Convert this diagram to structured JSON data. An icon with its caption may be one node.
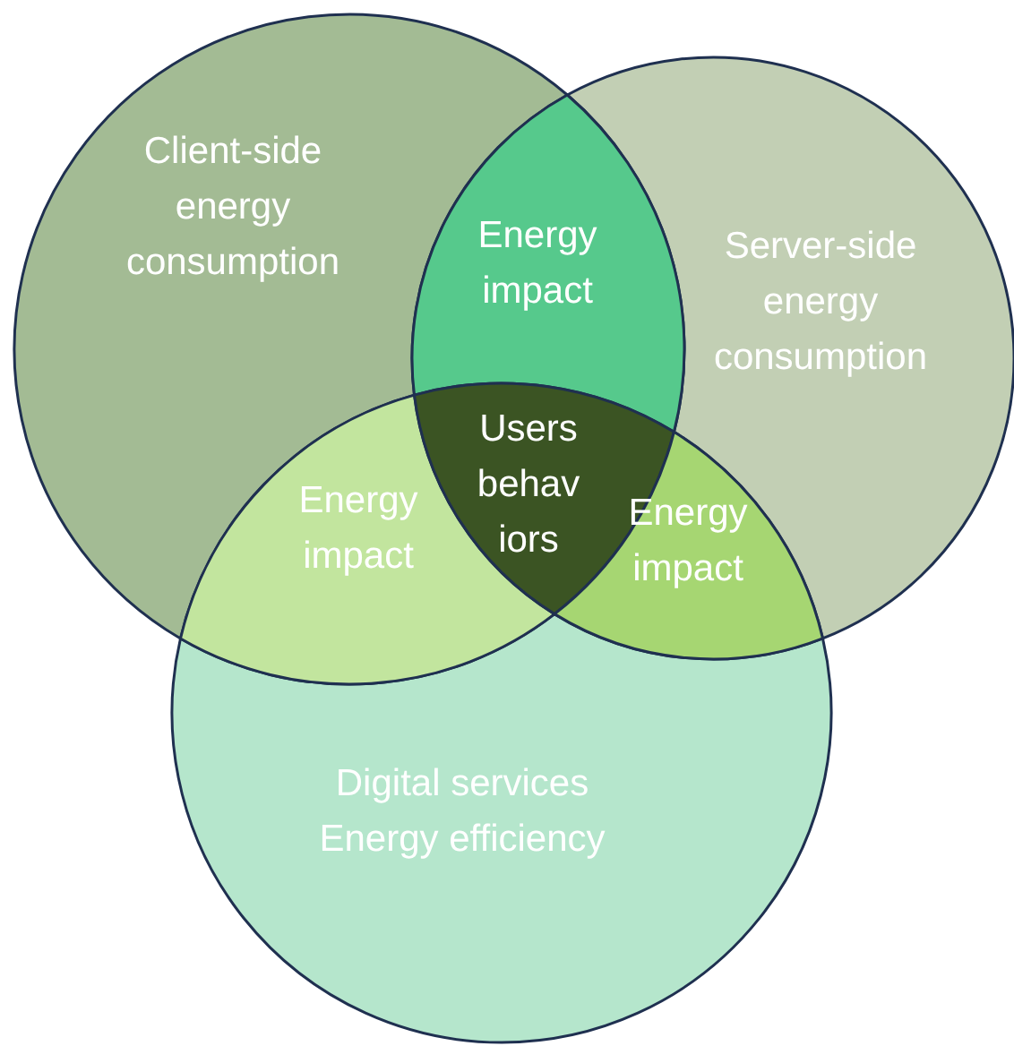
{
  "diagram": {
    "nodes": [
      {
        "text": [
          "Client-side energy consumption"
        ]
      },
      {
        "text": [
          "Server-side energy consumption"
        ]
      },
      {
        "text": [
          "Digital services Energy efficiency"
        ]
      },
      {
        "text": [
          "Energy impact"
        ]
      },
      {
        "text": [
          "Energy impact"
        ]
      },
      {
        "text": [
          "Users behav iors"
        ]
      },
      {
        "text": [
          "Energy impact"
        ]
      }
    ],
    "edges": []
  }
}
